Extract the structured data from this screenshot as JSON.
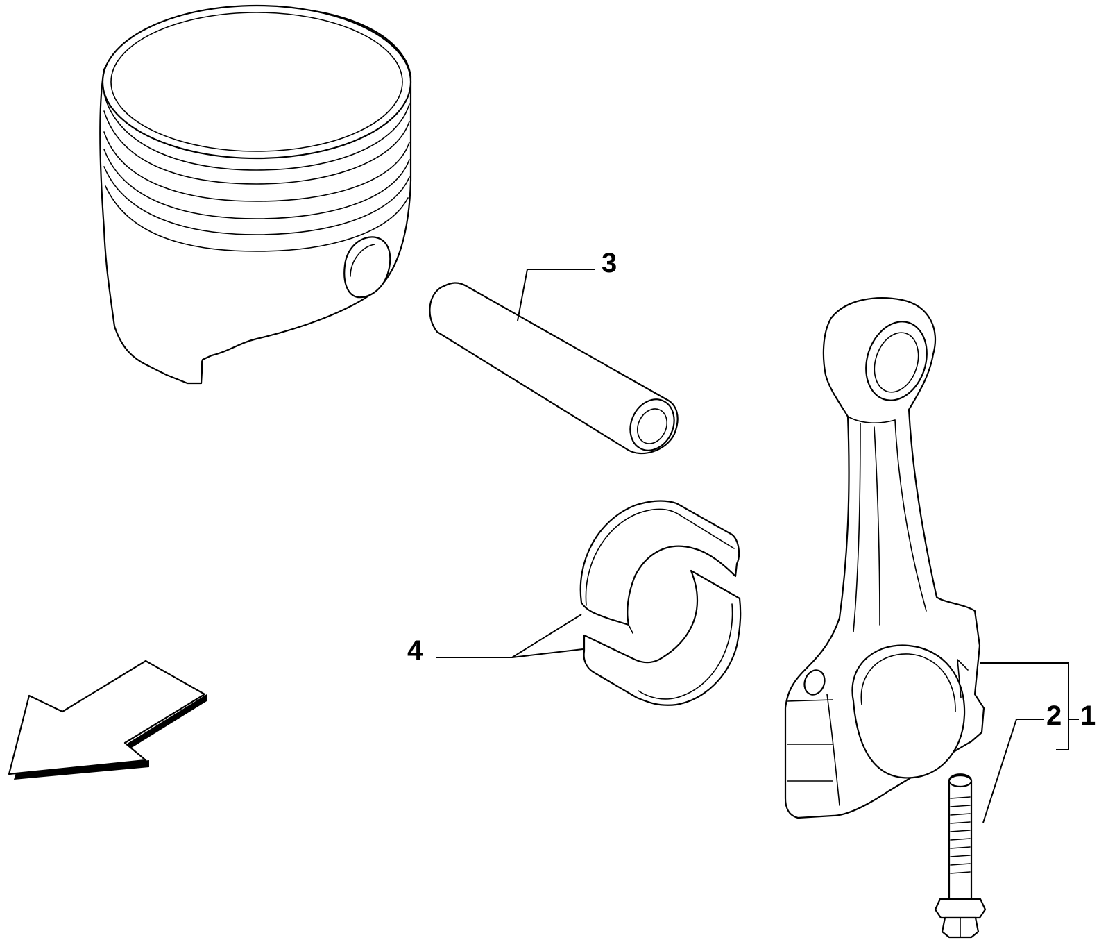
{
  "diagram": {
    "callouts": [
      {
        "id": "piston-pin",
        "label": "3"
      },
      {
        "id": "big-end-bearing-shells",
        "label": "4"
      },
      {
        "id": "connecting-rod-bolt",
        "label": "2"
      },
      {
        "id": "connecting-rod-assembly",
        "label": "1"
      }
    ],
    "colors": {
      "stroke": "#000000",
      "background": "#ffffff"
    },
    "icons": {
      "direction_arrow": "front-direction-arrow-icon"
    }
  }
}
